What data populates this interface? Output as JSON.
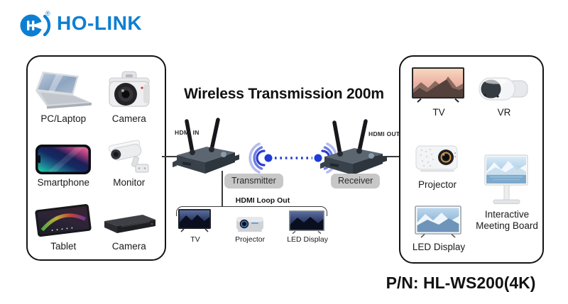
{
  "logo": {
    "brand": "HO-LINK",
    "registered_mark": "®",
    "icon": "ho-link-logo-icon"
  },
  "diagram": {
    "title": "Wireless Transmission 200m",
    "hdmi_in_label": "HDMI IN",
    "hdmi_out_label": "HDMI OUT",
    "transmitter_label": "Transmitter",
    "receiver_label": "Receiver"
  },
  "source_devices": {
    "items": [
      {
        "label": "PC/Laptop",
        "icon": "laptop-icon"
      },
      {
        "label": "Camera",
        "icon": "mirrorless-camera-icon"
      },
      {
        "label": "Smartphone",
        "icon": "smartphone-icon"
      },
      {
        "label": "Monitor",
        "icon": "cctv-camera-icon"
      },
      {
        "label": "Tablet",
        "icon": "tablet-icon"
      },
      {
        "label": "Camera",
        "icon": "video-recorder-icon"
      }
    ]
  },
  "hdmi_loop_out": {
    "title": "HDMI Loop Out",
    "items": [
      {
        "label": "TV",
        "icon": "tv-night-icon"
      },
      {
        "label": "Projector",
        "icon": "mini-projector-icon"
      },
      {
        "label": "LED Display",
        "icon": "led-night-icon"
      }
    ]
  },
  "display_devices": {
    "items": [
      {
        "label": "TV",
        "icon": "tv-sunset-icon"
      },
      {
        "label": "VR",
        "icon": "vr-headset-icon"
      },
      {
        "label": "Projector",
        "icon": "projector-icon"
      },
      {
        "label": "Interactive Meeting Board",
        "icon": "meeting-board-icon"
      },
      {
        "label": "LED Display",
        "icon": "led-display-icon"
      }
    ]
  },
  "part_number": "P/N: HL-WS200(4K)",
  "colors": {
    "brand_blue": "#0d7fd2",
    "signal_blue": "#1f3cd6",
    "signal_blue_mid": "#6d7ce0",
    "signal_blue_light": "#b4bcee",
    "badge_gray": "#c7c7c7",
    "text_black": "#1a1a1a",
    "device_body": "#39424b"
  }
}
